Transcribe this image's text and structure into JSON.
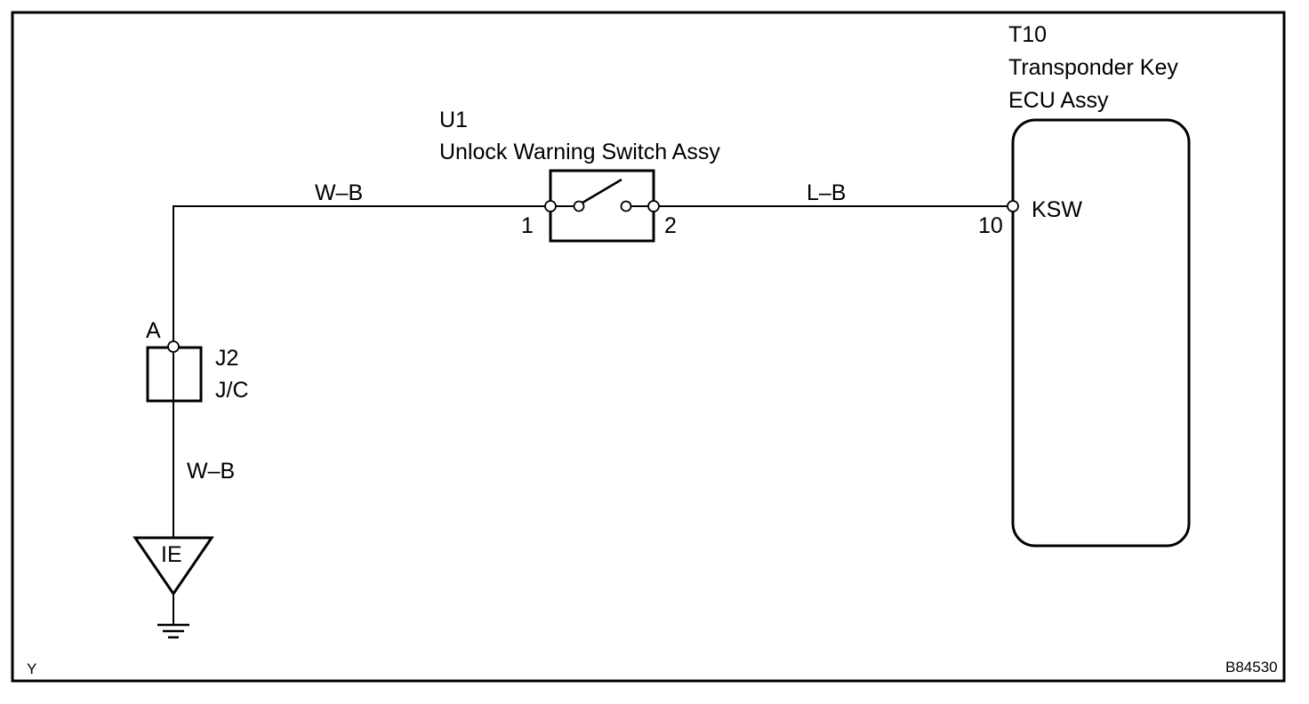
{
  "figure": {
    "corner_left": "Y",
    "figure_id": "B84530"
  },
  "components": {
    "ecu": {
      "code": "T10",
      "name_line1": "Transponder Key",
      "name_line2": "ECU Assy",
      "pin_number": "10",
      "pin_name": "KSW"
    },
    "switch": {
      "code": "U1",
      "name": "Unlock Warning Switch Assy",
      "pin_left": "1",
      "pin_right": "2"
    },
    "junction": {
      "code": "J2",
      "name": "J/C",
      "terminal": "A"
    },
    "ground": {
      "label": "IE"
    }
  },
  "wires": {
    "junction_to_switch": "W–B",
    "switch_to_ecu": "L–B",
    "junction_to_ground": "W–B"
  }
}
